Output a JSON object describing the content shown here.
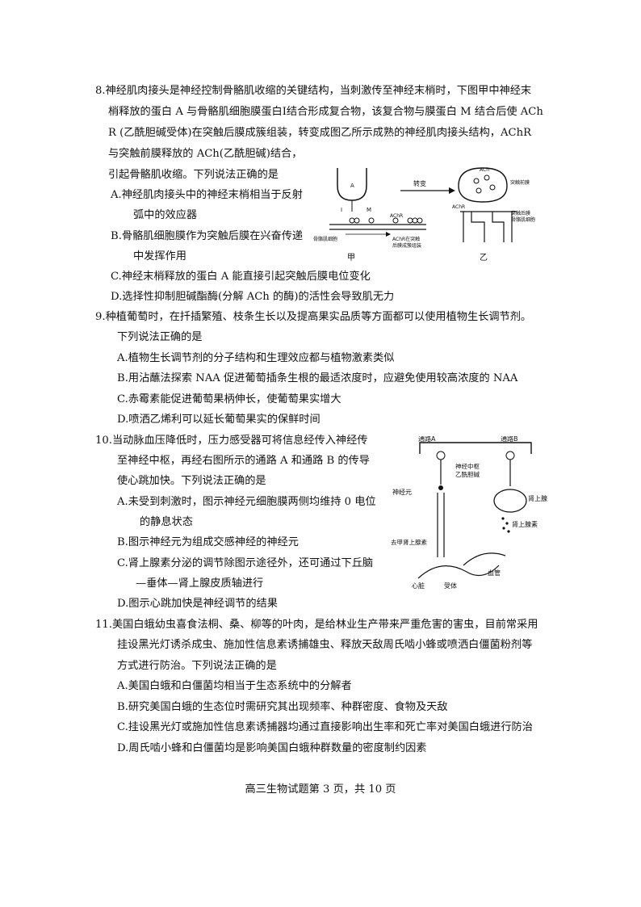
{
  "q8": {
    "stem": [
      "8.神经肌肉接头是神经控制骨骼肌收缩的关键结构，当刺激传至神经末梢时，下图甲中神经末",
      "梢释放的蛋白 A 与骨骼肌细胞膜蛋白I结合形成复合物，该复合物与膜蛋白 M 结合后使 ACh",
      "R (乙酰胆碱受体)在突触后膜成簇组装，转变成图乙所示成熟的神经肌肉接头结构，AChR",
      "与突触前膜释放的 ACh(乙酰胆碱)结合，",
      "引起骨骼肌收缩。下列说法正确的是"
    ],
    "options": {
      "A1": "A.神经肌肉接头中的神经末梢相当于反射",
      "A2": "弧中的效应器",
      "B1": "B.骨骼肌细胞膜作为突触后膜在兴奋传递",
      "B2": "中发挥作用",
      "C": "C.神经末梢释放的蛋白 A 能直接引起突触后膜电位变化",
      "D": "D.选择性抑制胆碱酯酶(分解 ACh 的酶)的活性会导致肌无力"
    },
    "figure": {
      "transform_label": "转变",
      "label_jia": "甲",
      "label_yi": "乙",
      "label_A": "A",
      "label_I": "I",
      "label_M": "M",
      "label_AChR_left": "AChR",
      "label_muscle_left": "骨骼肌细胞",
      "label_cluster": "AChR在突触",
      "label_cluster2": "后膜成簇组装",
      "label_ACh": "ACh",
      "label_AChR_right": "AChR",
      "label_presyn": "突触前膜",
      "label_postsyn": "突触后膜",
      "label_muscle_right": "骨骼肌细胞"
    }
  },
  "q9": {
    "stem": [
      "9.种植葡萄时，在扦插繁殖、枝条生长以及提高果实品质等方面都可以使用植物生长调节剂。",
      "下列说法正确的是"
    ],
    "options": {
      "A": "A.植物生长调节剂的分子结构和生理效应都与植物激素类似",
      "B": "B.用沾蘸法探索 NAA 促进葡萄插条生根的最适浓度时，应避免使用较高浓度的 NAA",
      "C": "C.赤霉素能促进葡萄果柄伸长，使葡萄果实增大",
      "D": "D.喷洒乙烯利可以延长葡萄果实的保鲜时间"
    }
  },
  "q10": {
    "stem": [
      "10.当动脉血压降低时，压力感受器可将信息经传入神经传",
      "至神经中枢，再经右图所示的通路 A 和通路 B 的传导",
      "使心跳加快。下列说法正确的是"
    ],
    "options": {
      "A1": "A.未受到刺激时，图示神经元细胞膜两侧均维持 0 电位",
      "A2": "的静息状态",
      "B": "B.图示神经元为组成交感神经的神经元",
      "C1": "C.肾上腺素分泌的调节除图示途径外，还可通过下丘脑",
      "C2": "—垂体—肾上腺皮质轴进行",
      "D": "D.图示心跳加快是神经调节的结果"
    },
    "figure": {
      "path_a": "通路A",
      "path_b": "通路B",
      "center": "神经中枢",
      "ach": "乙酰胆碱",
      "neuron": "神经元",
      "adrenal": "肾上腺",
      "adrenaline": "肾上腺素",
      "noradrenaline": "去甲肾上腺素",
      "vessel": "血管",
      "heart": "心脏",
      "receptor": "受体"
    }
  },
  "q11": {
    "stem": [
      "11.美国白蛾幼虫喜食法桐、桑、柳等的叶肉，是给林业生产带来严重危害的害虫，目前常采用",
      "挂设黑光灯诱杀成虫、施加性信息素诱捕雄虫、释放天敌周氏啮小蜂或喷洒白僵菌粉剂等",
      "方式进行防治。下列说法正确的是"
    ],
    "options": {
      "A": "A.美国白蛾和白僵菌均相当于生态系统中的分解者",
      "B": "B.研究美国白蛾的生态位时需研究其出现频率、种群密度、食物及天敌",
      "C": "C.挂设黑光灯或施加性信息素诱捕器均通过直接影响出生率和死亡率对美国白蛾进行防治",
      "D": "D.周氏啮小蜂和白僵菌均是影响美国白蛾种群数量的密度制约因素"
    }
  },
  "footer": "高三生物试题第 3 页，共 10 页"
}
